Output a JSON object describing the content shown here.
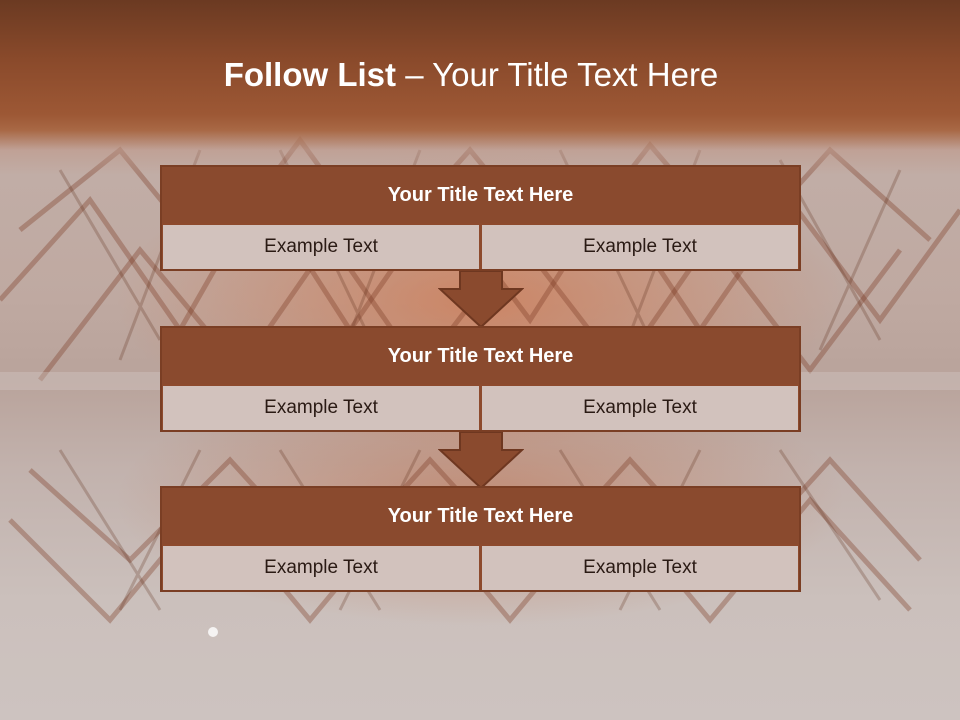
{
  "slide": {
    "title_bold": "Follow List",
    "title_rest": " – Your Title Text Here"
  },
  "steps": [
    {
      "title": "Your Title Text Here",
      "left": "Example Text",
      "right": "Example Text"
    },
    {
      "title": "Your Title Text Here",
      "left": "Example Text",
      "right": "Example Text"
    },
    {
      "title": "Your Title Text Here",
      "left": "Example Text",
      "right": "Example Text"
    }
  ],
  "colors": {
    "header": "#8a4a2b",
    "box_fill": "#8a4a2e",
    "box_border": "#7a3e24",
    "cell_fill": "#d2c2bd",
    "text_light": "#ffffff",
    "text_dark": "#2a1a14"
  }
}
